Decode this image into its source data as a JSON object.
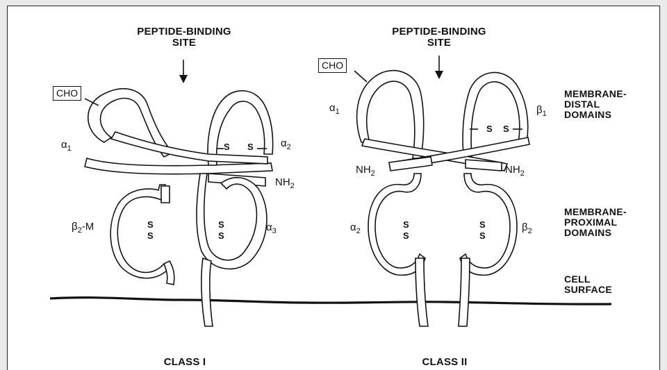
{
  "class1": {
    "peptide_site": "PEPTIDE-BINDING",
    "peptide_site_2": "SITE",
    "cho": "CHO",
    "alpha1": "α1",
    "alpha2": "α2",
    "alpha3": "α3",
    "beta2m": "β2-M",
    "nh2": "NH2",
    "caption": "CLASS I"
  },
  "class2": {
    "peptide_site": "PEPTIDE-BINDING",
    "peptide_site_2": "SITE",
    "cho": "CHO",
    "alpha1": "α1",
    "beta1": "β1",
    "alpha2": "α2",
    "beta2": "β2",
    "nh2_left": "NH2",
    "nh2_right": "NH2",
    "caption": "CLASS II"
  },
  "domains": {
    "distal_1": "MEMBRANE-",
    "distal_2": "DISTAL",
    "distal_3": "DOMAINS",
    "proximal_1": "MEMBRANE-",
    "proximal_2": "PROXIMAL",
    "proximal_3": "DOMAINS",
    "surface_1": "CELL",
    "surface_2": "SURFACE"
  },
  "ss_bond": "S"
}
